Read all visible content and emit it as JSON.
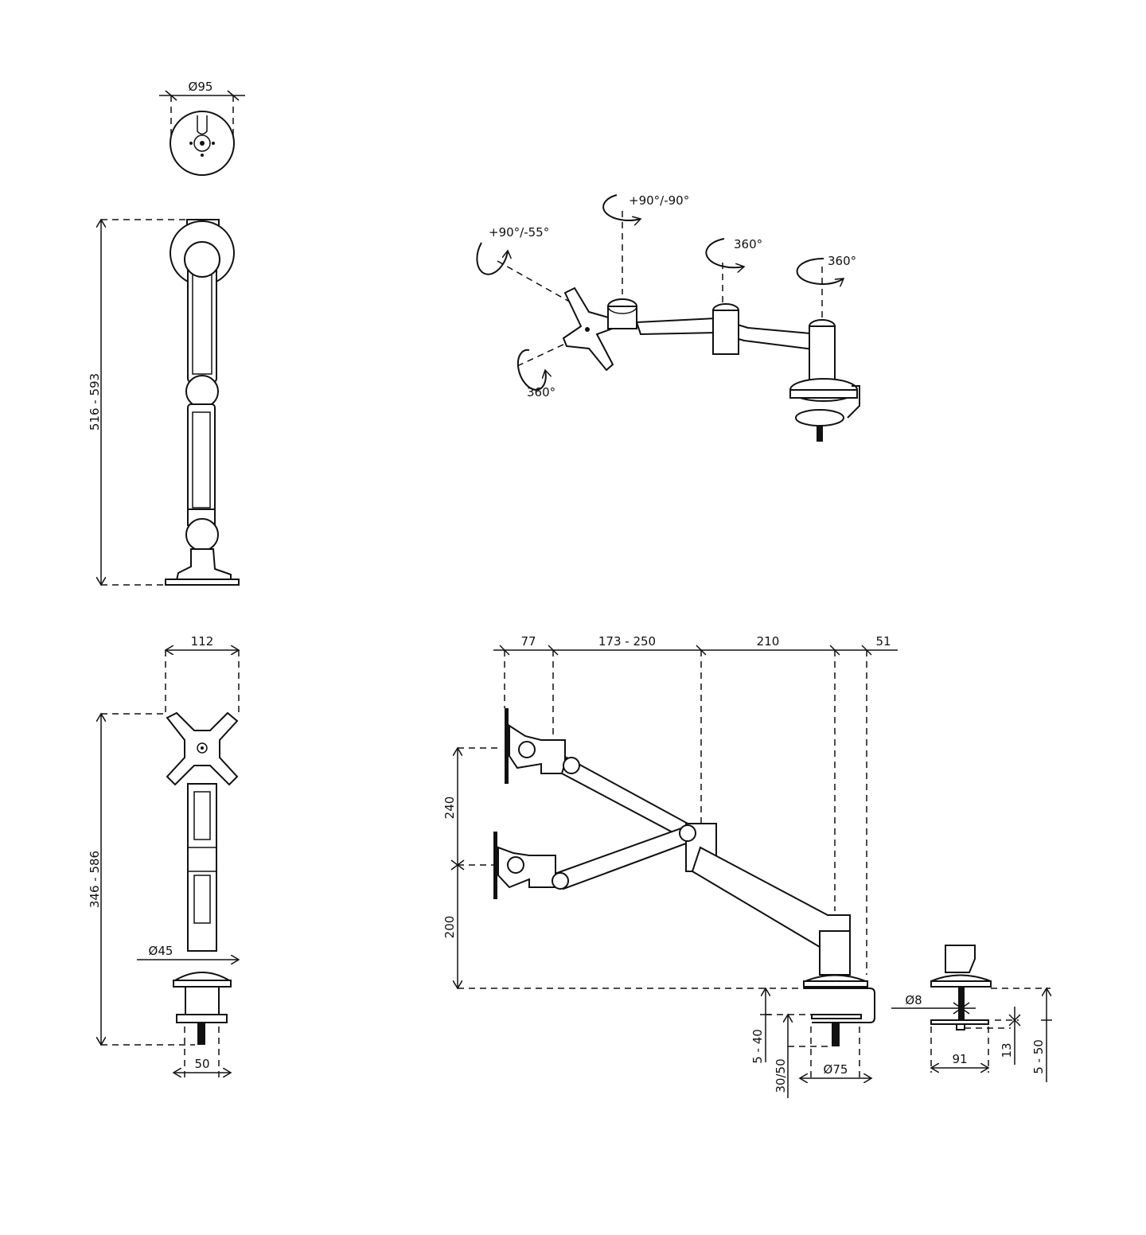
{
  "top_view": {
    "diameter": "Ø95"
  },
  "side_view": {
    "height": "516 - 593"
  },
  "perspective": {
    "tilt": "+90°/-90°",
    "tilt2": "+90°/-55°",
    "rot_head": "360°",
    "rot_joint1": "360°",
    "rot_joint2": "360°"
  },
  "front_view": {
    "width": "112",
    "height": "346 - 586",
    "column_diameter": "Ø45",
    "clamp_width": "50"
  },
  "arm_view": {
    "d1": "77",
    "d2": "173 - 250",
    "d3": "210",
    "d4": "51",
    "v1": "240",
    "v2": "200",
    "clamp_range": "5 - 40",
    "grommet": "30/50",
    "base_diameter": "Ø75"
  },
  "grommet_view": {
    "bolt_diameter": "Ø8",
    "plate_width": "91",
    "plate_thickness": "13",
    "desk_range": "5 - 50"
  }
}
